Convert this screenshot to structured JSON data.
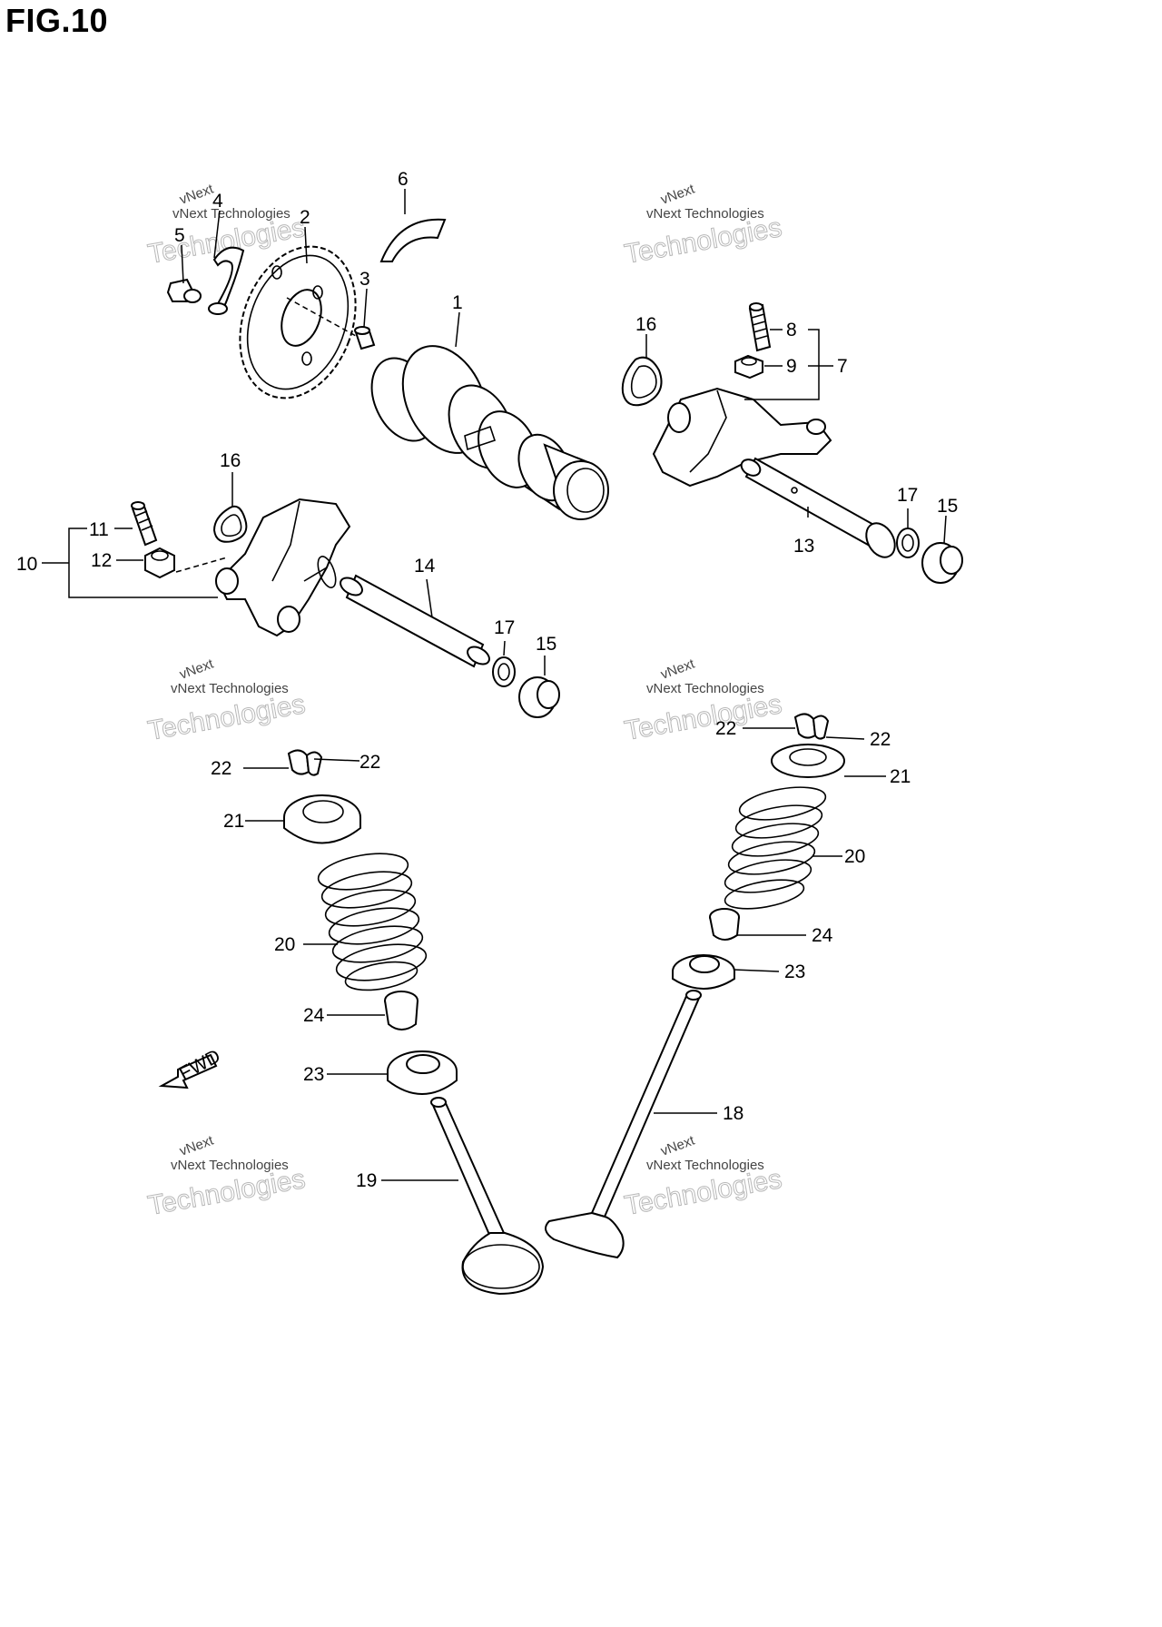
{
  "title": "FIG.10",
  "watermark": {
    "line1": "vNext Technologies",
    "line2": "Technologies",
    "arc": "vNext"
  },
  "fwd_label": "FWD",
  "callouts": {
    "c1": "1",
    "c2": "2",
    "c3": "3",
    "c4": "4",
    "c5": "5",
    "c6": "6",
    "c7": "7",
    "c8": "8",
    "c9": "9",
    "c10": "10",
    "c11": "11",
    "c12": "12",
    "c13": "13",
    "c14": "14",
    "c15a": "15",
    "c15b": "15",
    "c16a": "16",
    "c16b": "16",
    "c17a": "17",
    "c17b": "17",
    "c18": "18",
    "c19": "19",
    "c20a": "20",
    "c20b": "20",
    "c21a": "21",
    "c21b": "21",
    "c22a": "22",
    "c22b": "22",
    "c22c": "22",
    "c22d": "22",
    "c23a": "23",
    "c23b": "23",
    "c24a": "24",
    "c24b": "24"
  }
}
